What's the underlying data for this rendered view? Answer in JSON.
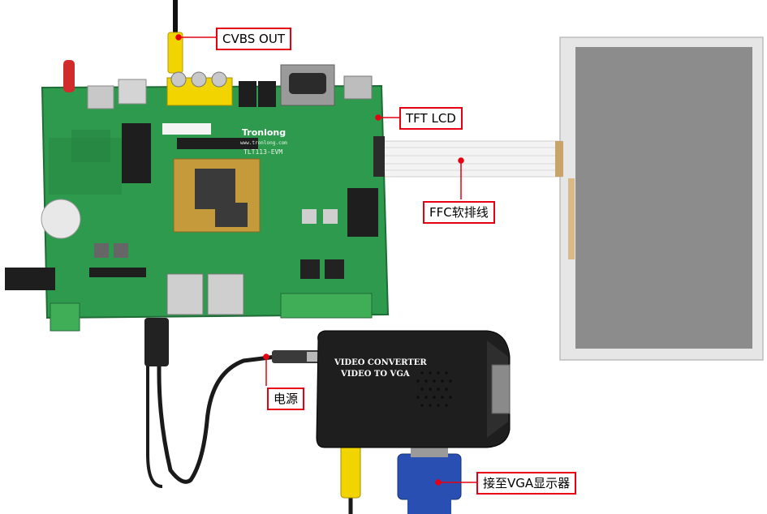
{
  "labels": {
    "cvbs_out": "CVBS OUT",
    "tft_lcd": "TFT LCD",
    "ffc_cable": "FFC软排线",
    "power": "电源",
    "vga_display": "接至VGA显示器"
  },
  "board": {
    "brand": "Tronlong",
    "model": "TLT113-EVM",
    "website": "www.tronlong.com"
  },
  "converter": {
    "line1": "VIDEO CONVERTER",
    "line2": "VIDEO TO VGA"
  },
  "colors": {
    "pcb": "#2e9a4e",
    "callout_border": "#e60012",
    "lcd_screen": "#8c8c8c",
    "converter_body": "#1e1e1e",
    "cvbs_yellow": "#f2d400",
    "vga_blue": "#2a4fb3"
  }
}
